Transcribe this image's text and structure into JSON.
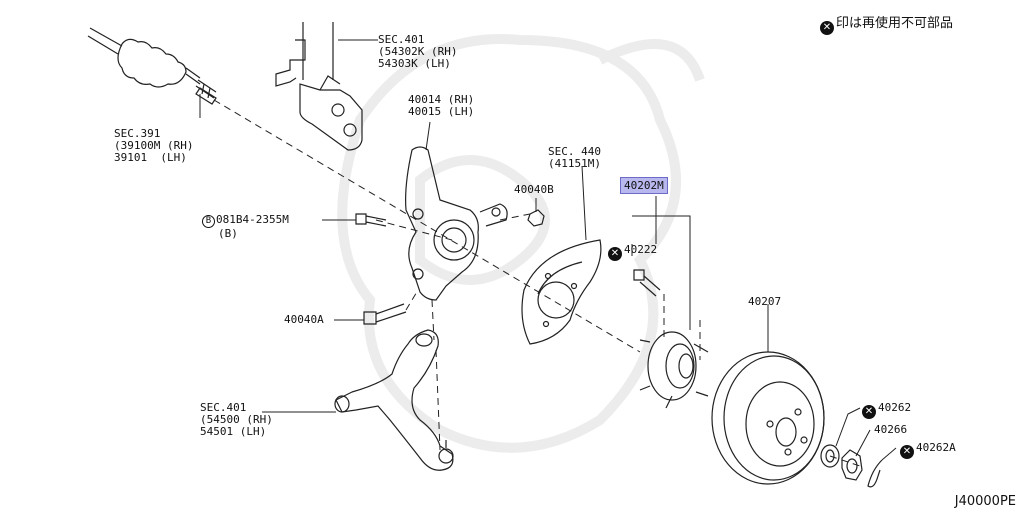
{
  "legend": {
    "icon": "x-circle-icon",
    "text": "印は再使用不可部品"
  },
  "diagram_code": "J40000PE",
  "colors": {
    "highlight": "#b8b8ee",
    "line": "#222222",
    "watermark": "#ececec"
  },
  "labels": {
    "sec391": [
      "SEC.391",
      "(39100M (RH)",
      "39101  (LH)"
    ],
    "sec401_strut": [
      "SEC.401",
      "(54302K (RH)",
      "54303K (LH)"
    ],
    "knuckle": [
      "40014 (RH)",
      "40015 (LH)"
    ],
    "sec440": [
      "SEC. 440",
      "(41151M)"
    ],
    "p40202m": "40202M",
    "p40222": "40222",
    "p40040b": "40040B",
    "bolt": [
      "081B4-2355M",
      "(B)"
    ],
    "bolt_mark": "B",
    "p40040a": "40040A",
    "sec401_arm": [
      "SEC.401",
      "(54500 (RH)",
      "54501 (LH)"
    ],
    "p40207": "40207",
    "p40262": "40262",
    "p40266": "40266",
    "p40262a": "40262A"
  }
}
